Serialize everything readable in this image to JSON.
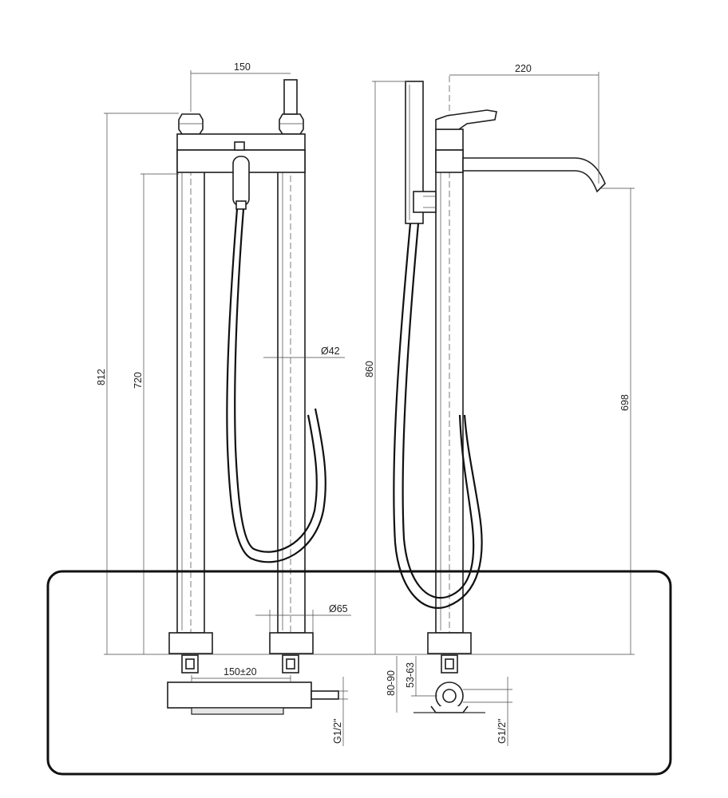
{
  "dimensions": {
    "front": {
      "width_between_risers": "150",
      "total_height": "812",
      "outlet_height": "720",
      "riser_diameter": "Ø42",
      "base_diameter": "Ø65",
      "connection_spacing": "150±20",
      "thread": "G1/2\""
    },
    "side": {
      "total_height": "860",
      "spout_reach": "220",
      "spout_height": "698",
      "height_range_a": "80-90",
      "height_range_b": "53-63",
      "thread": "G1/2\""
    }
  }
}
